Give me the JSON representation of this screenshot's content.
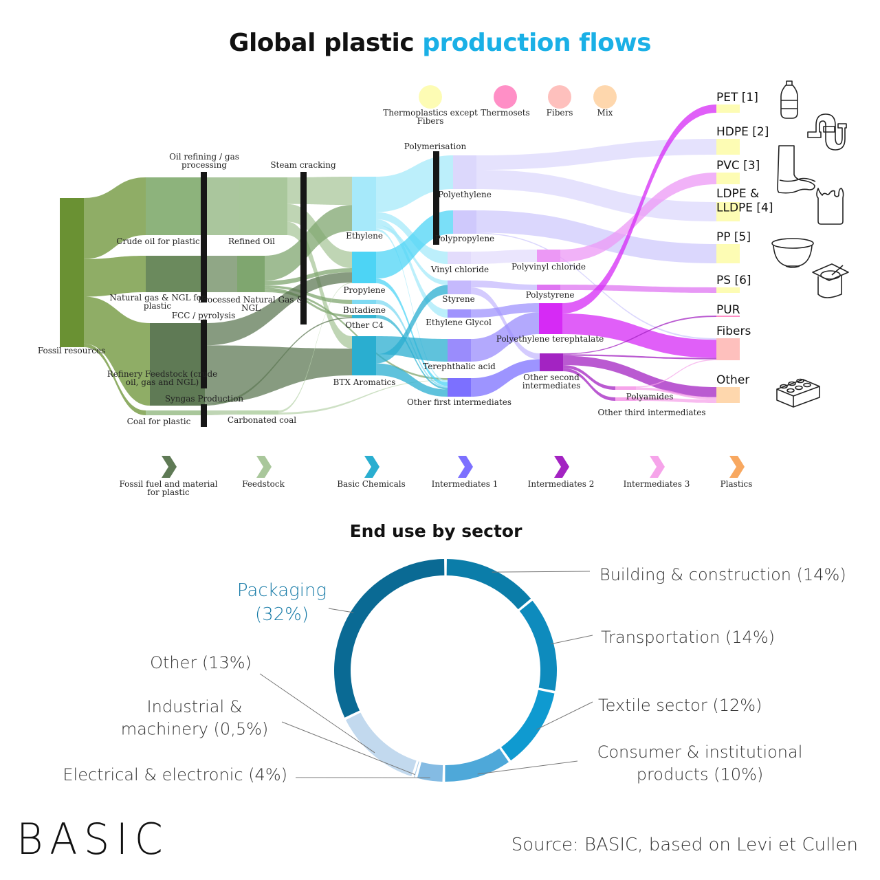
{
  "title": {
    "part1": "Global plastic",
    "part2": "production flows"
  },
  "colors": {
    "title_accent": "#1ab0e6",
    "fossil": "#6a9133",
    "fossil_dark": "#5f7a55",
    "feedstock": "#a9c79b",
    "basic_chem": "#2aaed0",
    "inter1": "#7c70ff",
    "inter2": "#a323c2",
    "inter3": "#f6a4ea",
    "plastics": "#f8a860"
  },
  "plastic_type_legend": [
    {
      "label": "Thermoplastics except Fibers",
      "color": "#fdfcb4"
    },
    {
      "label": "Thermosets",
      "color": "#ff8fc6"
    },
    {
      "label": "Fibers",
      "color": "#fec0bd"
    },
    {
      "label": "Mix",
      "color": "#fed7ad"
    }
  ],
  "stage_labels": {
    "oil_refining": "Oil refining / gas processing",
    "steam_cracking": "Steam cracking",
    "polymerisation": "Polymerisation",
    "fcc": "FCC / pyrolysis",
    "syngas": "Syngas Production"
  },
  "chart_data": {
    "type": "sankey",
    "title": "Global plastic production flows",
    "nodes": [
      {
        "id": "fossil",
        "label": "Fossil resources",
        "category": "Fossil fuel and material for plastic"
      },
      {
        "id": "crude",
        "label": "Crude oil for plastic",
        "category": "Fossil fuel and material for plastic"
      },
      {
        "id": "natgas",
        "label": "Natural gas & NGL for plastic",
        "category": "Fossil fuel and material for plastic"
      },
      {
        "id": "refinery",
        "label": "Refinery Feedstock (crude oil, gas and NGL)",
        "category": "Fossil fuel and material for plastic"
      },
      {
        "id": "coal",
        "label": "Coal for plastic",
        "category": "Fossil fuel and material for plastic"
      },
      {
        "id": "refined",
        "label": "Refined Oil",
        "category": "Feedstock"
      },
      {
        "id": "procgas",
        "label": "Processed Natural Gas & NGL",
        "category": "Feedstock"
      },
      {
        "id": "carbcoal",
        "label": "Carbonated coal",
        "category": "Feedstock"
      },
      {
        "id": "ethylene",
        "label": "Ethylene",
        "category": "Basic Chemicals"
      },
      {
        "id": "propylene",
        "label": "Propylene",
        "category": "Basic Chemicals"
      },
      {
        "id": "butadiene",
        "label": "Butadiene",
        "category": "Basic Chemicals"
      },
      {
        "id": "otherc4",
        "label": "Other C4",
        "category": "Basic Chemicals"
      },
      {
        "id": "btx",
        "label": "BTX Aromatics",
        "category": "Basic Chemicals"
      },
      {
        "id": "pe",
        "label": "Polyethylene",
        "category": "Intermediates 1"
      },
      {
        "id": "pp",
        "label": "Polypropylene",
        "category": "Intermediates 1"
      },
      {
        "id": "vinyl",
        "label": "Vinyl chloride",
        "category": "Intermediates 1"
      },
      {
        "id": "styrene",
        "label": "Styrene",
        "category": "Intermediates 1"
      },
      {
        "id": "eg",
        "label": "Ethylene Glycol",
        "category": "Intermediates 1"
      },
      {
        "id": "tpa",
        "label": "Terephthalic acid",
        "category": "Intermediates 1"
      },
      {
        "id": "ofi",
        "label": "Other first intermediates",
        "category": "Intermediates 1"
      },
      {
        "id": "pvc",
        "label": "Polyvinyl chloride",
        "category": "Intermediates 2"
      },
      {
        "id": "ps",
        "label": "Polystyrene",
        "category": "Intermediates 2"
      },
      {
        "id": "pet",
        "label": "Polyethylene terephtalate",
        "category": "Intermediates 2"
      },
      {
        "id": "osi",
        "label": "Other second intermediates",
        "category": "Intermediates 2"
      },
      {
        "id": "pa",
        "label": "Polyamides",
        "category": "Intermediates 3"
      },
      {
        "id": "oti",
        "label": "Other third intermediates",
        "category": "Intermediates 3"
      },
      {
        "id": "o_pet",
        "label": "PET [1]",
        "category": "Plastics",
        "type": "Thermoplastics except Fibers"
      },
      {
        "id": "o_hdpe",
        "label": "HDPE [2]",
        "category": "Plastics",
        "type": "Thermoplastics except Fibers"
      },
      {
        "id": "o_pvc",
        "label": "PVC [3]",
        "category": "Plastics",
        "type": "Thermoplastics except Fibers"
      },
      {
        "id": "o_ldpe",
        "label": "LDPE & LLDPE [4]",
        "category": "Plastics",
        "type": "Thermoplastics except Fibers"
      },
      {
        "id": "o_pp",
        "label": "PP [5]",
        "category": "Plastics",
        "type": "Thermoplastics except Fibers"
      },
      {
        "id": "o_ps",
        "label": "PS [6]",
        "category": "Plastics",
        "type": "Thermoplastics except Fibers"
      },
      {
        "id": "o_pur",
        "label": "PUR",
        "category": "Plastics",
        "type": "Thermosets"
      },
      {
        "id": "o_fib",
        "label": "Fibers",
        "category": "Plastics",
        "type": "Fibers"
      },
      {
        "id": "o_oth",
        "label": "Other",
        "category": "Plastics",
        "type": "Mix"
      }
    ],
    "links": [
      {
        "source": "fossil",
        "target": "crude",
        "value": 26
      },
      {
        "source": "fossil",
        "target": "natgas",
        "value": 16
      },
      {
        "source": "fossil",
        "target": "refinery",
        "value": 20
      },
      {
        "source": "fossil",
        "target": "coal",
        "value": 1.5
      },
      {
        "source": "crude",
        "target": "refined",
        "value": 26
      },
      {
        "source": "natgas",
        "target": "procgas",
        "value": 16
      },
      {
        "source": "coal",
        "target": "carbcoal",
        "value": 1.5
      },
      {
        "source": "refined",
        "target": "ethylene",
        "value": 12
      },
      {
        "source": "refined",
        "target": "propylene",
        "value": 8
      },
      {
        "source": "refined",
        "target": "btx",
        "value": 6
      },
      {
        "source": "procgas",
        "target": "ethylene",
        "value": 11
      },
      {
        "source": "procgas",
        "target": "propylene",
        "value": 2
      },
      {
        "source": "procgas",
        "target": "butadiene",
        "value": 1
      },
      {
        "source": "procgas",
        "target": "otherc4",
        "value": 1
      },
      {
        "source": "procgas",
        "target": "ofi",
        "value": 1
      },
      {
        "source": "refinery",
        "target": "propylene",
        "value": 5
      },
      {
        "source": "refinery",
        "target": "btx",
        "value": 13
      },
      {
        "source": "refinery",
        "target": "otherc4",
        "value": 0.5
      },
      {
        "source": "carbcoal",
        "target": "propylene",
        "value": 0.3
      },
      {
        "source": "carbcoal",
        "target": "ofi",
        "value": 0.3
      },
      {
        "source": "ethylene",
        "target": "pe",
        "value": 15
      },
      {
        "source": "ethylene",
        "target": "vinyl",
        "value": 3
      },
      {
        "source": "ethylene",
        "target": "eg",
        "value": 2.5
      },
      {
        "source": "ethylene",
        "target": "styrene",
        "value": 1.5
      },
      {
        "source": "ethylene",
        "target": "ofi",
        "value": 1
      },
      {
        "source": "propylene",
        "target": "pp",
        "value": 12
      },
      {
        "source": "propylene",
        "target": "ofi",
        "value": 2
      },
      {
        "source": "butadiene",
        "target": "ofi",
        "value": 1
      },
      {
        "source": "otherc4",
        "target": "ofi",
        "value": 1
      },
      {
        "source": "btx",
        "target": "tpa",
        "value": 6
      },
      {
        "source": "btx",
        "target": "styrene",
        "value": 3
      },
      {
        "source": "btx",
        "target": "ofi",
        "value": 4
      },
      {
        "source": "pe",
        "target": "o_hdpe",
        "value": 6
      },
      {
        "source": "pe",
        "target": "o_ldpe",
        "value": 8
      },
      {
        "source": "pp",
        "target": "o_pp",
        "value": 11
      },
      {
        "source": "pp",
        "target": "o_fib",
        "value": 0.5
      },
      {
        "source": "vinyl",
        "target": "pvc",
        "value": 3
      },
      {
        "source": "styrene",
        "target": "ps",
        "value": 2
      },
      {
        "source": "styrene",
        "target": "osi",
        "value": 2
      },
      {
        "source": "eg",
        "target": "pet",
        "value": 2.5
      },
      {
        "source": "tpa",
        "target": "pet",
        "value": 6
      },
      {
        "source": "ofi",
        "target": "osi",
        "value": 4
      },
      {
        "source": "pvc",
        "target": "o_pvc",
        "value": 3
      },
      {
        "source": "ps",
        "target": "o_ps",
        "value": 2
      },
      {
        "source": "pet",
        "target": "o_pet",
        "value": 3
      },
      {
        "source": "pet",
        "target": "o_fib",
        "value": 6
      },
      {
        "source": "osi",
        "target": "o_pur",
        "value": 0.3
      },
      {
        "source": "osi",
        "target": "o_fib",
        "value": 0.5
      },
      {
        "source": "osi",
        "target": "o_oth",
        "value": 3
      },
      {
        "source": "osi",
        "target": "pa",
        "value": 1
      },
      {
        "source": "osi",
        "target": "oti",
        "value": 1
      },
      {
        "source": "pa",
        "target": "o_fib",
        "value": 0.3
      },
      {
        "source": "pa",
        "target": "o_oth",
        "value": 0.7
      },
      {
        "source": "oti",
        "target": "o_oth",
        "value": 1
      }
    ]
  },
  "stage_legend": [
    {
      "label": "Fossil fuel and material for plastic",
      "color": "#5f7a55"
    },
    {
      "label": "Feedstock",
      "color": "#a9c79b"
    },
    {
      "label": "Basic Chemicals",
      "color": "#2aaed0"
    },
    {
      "label": "Intermediates 1",
      "color": "#7c70ff"
    },
    {
      "label": "Intermediates 2",
      "color": "#a323c2"
    },
    {
      "label": "Intermediates 3",
      "color": "#f6a4ea"
    },
    {
      "label": "Plastics",
      "color": "#f8a860"
    }
  ],
  "product_icons": [
    "bottle-icon",
    "pipe-icon",
    "boot-icon",
    "bag-icon",
    "bowl-icon",
    "yogurt-cup-icon",
    "brick-icon"
  ],
  "end_use": {
    "title": "End use by sector",
    "chart_data": {
      "type": "pie",
      "title": "End use by sector",
      "slices": [
        {
          "label": "Building & construction (14%)",
          "name": "Building & construction",
          "value": 14,
          "color": "#0b7da9"
        },
        {
          "label": "Transportation (14%)",
          "name": "Transportation",
          "value": 14,
          "color": "#0e8bbd"
        },
        {
          "label": "Textile sector (12%)",
          "name": "Textile sector",
          "value": 12,
          "color": "#0f9ad0"
        },
        {
          "label": "Consumer & institutional products (10%)",
          "name": "Consumer & institutional products",
          "value": 10,
          "color": "#4ea8d9"
        },
        {
          "label": "Electrical & electronic (4%)",
          "name": "Electrical & electronic",
          "value": 4,
          "color": "#84bbe3"
        },
        {
          "label": "Industrial & machinery (0,5%)",
          "name": "Industrial & machinery",
          "value": 0.5,
          "color": "#a8cbe8"
        },
        {
          "label": "Other (13%)",
          "name": "Other",
          "value": 13,
          "color": "#c2d9ee"
        },
        {
          "label": "Packaging (32%)",
          "name": "Packaging",
          "value": 32,
          "color": "#0a6a94"
        }
      ]
    }
  },
  "footer": {
    "logo": "BASIC",
    "source": "Source: BASIC, based on Levi et Cullen"
  }
}
